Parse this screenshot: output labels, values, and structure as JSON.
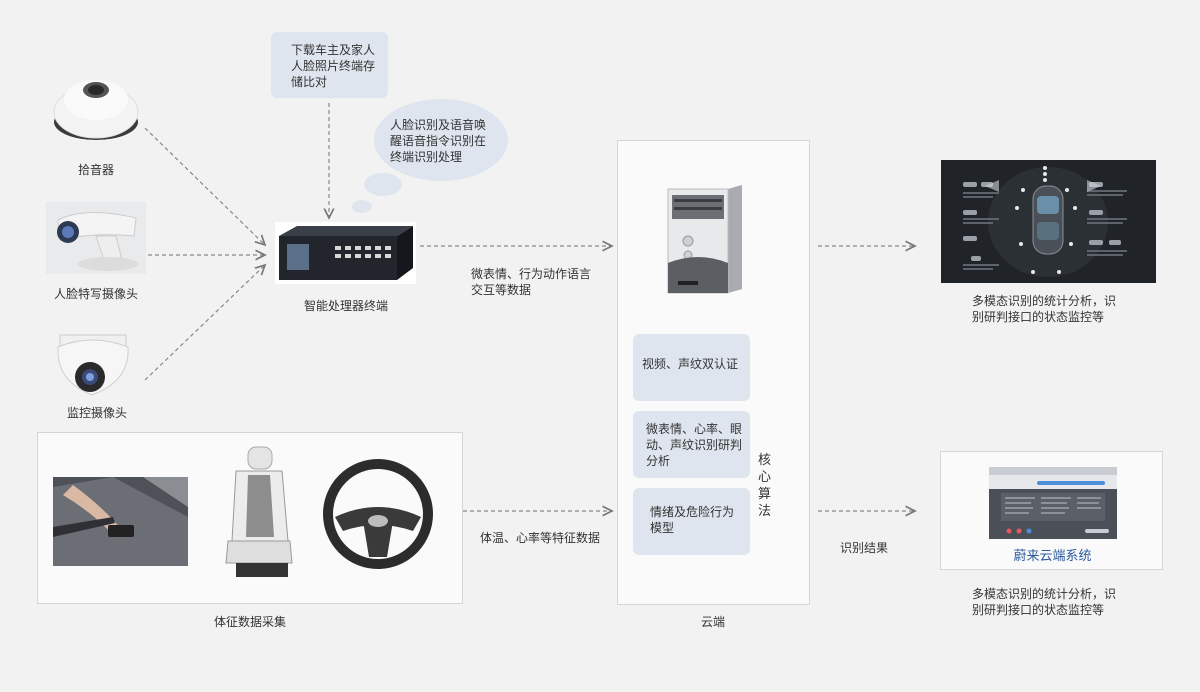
{
  "devices": {
    "mic_label": "拾音器",
    "face_cam_label": "人脸特写摄像头",
    "monitor_cam_label": "监控摄像头"
  },
  "processor": {
    "label": "智能处理器终端",
    "bubble_download": "下载车主及家人人脸照片终端存储比对",
    "bubble_recognize": "人脸识别及语音唤醒语音指令识别在终端识别处理"
  },
  "flows": {
    "to_cloud": "微表情、行为动作语言交互等数据",
    "body_to_cloud": "体温、心率等特征数据",
    "result": "识别结果"
  },
  "body_collection": {
    "label": "体征数据采集"
  },
  "cloud": {
    "label": "云端",
    "core_label": "核心算法",
    "boxes": [
      "视频、声纹双认证",
      "微表情、心率、眼动、声纹识别研判分析",
      "情绪及危险行为模型"
    ]
  },
  "outputs": {
    "top_caption": "多模态识别的统计分析，识别研判接口的状态监控等",
    "system_name": "蔚来云端系统",
    "bottom_caption": "多模态识别的统计分析，识别研判接口的状态监控等"
  }
}
